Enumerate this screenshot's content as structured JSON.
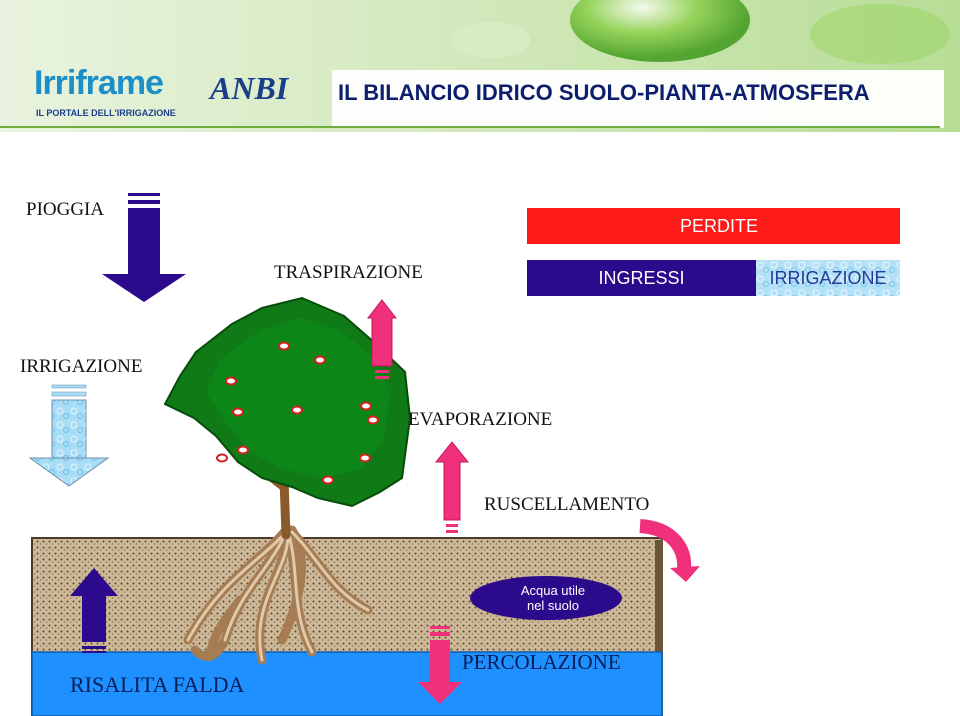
{
  "header": {
    "title": "IL BILANCIO IDRICO SUOLO-PIANTA-ATMOSFERA",
    "logo_irriframe": "Irriframe",
    "logo_irriframe_sub": "IL PORTALE DELL'IRRIGAZIONE",
    "logo_anbi": "ANBI"
  },
  "legend": {
    "losses": "PERDITE",
    "inputs": "INGRESSI",
    "irrigation": "IRRIGAZIONE"
  },
  "labels": {
    "rain": "PIOGGIA",
    "transpiration": "TRASPIRAZIONE",
    "irrigation": "IRRIGAZIONE",
    "evaporation": "EVAPORAZIONE",
    "runoff": "RUSCELLAMENTO",
    "useful_water_1": "Acqua utile",
    "useful_water_2": "nel suolo",
    "percolation": "PERCOLAZIONE",
    "groundwater_rise": "RISALITA FALDA"
  },
  "colors": {
    "input": "#2b0a8c",
    "loss": "#ff1a1a",
    "arrow_loss_pink": "#f0307a",
    "header_title": "#0d1e6e",
    "canopy": "#0f7a16",
    "soil": "#c9b596",
    "water_table": "#1e90ff",
    "roots": "#a67c52"
  }
}
